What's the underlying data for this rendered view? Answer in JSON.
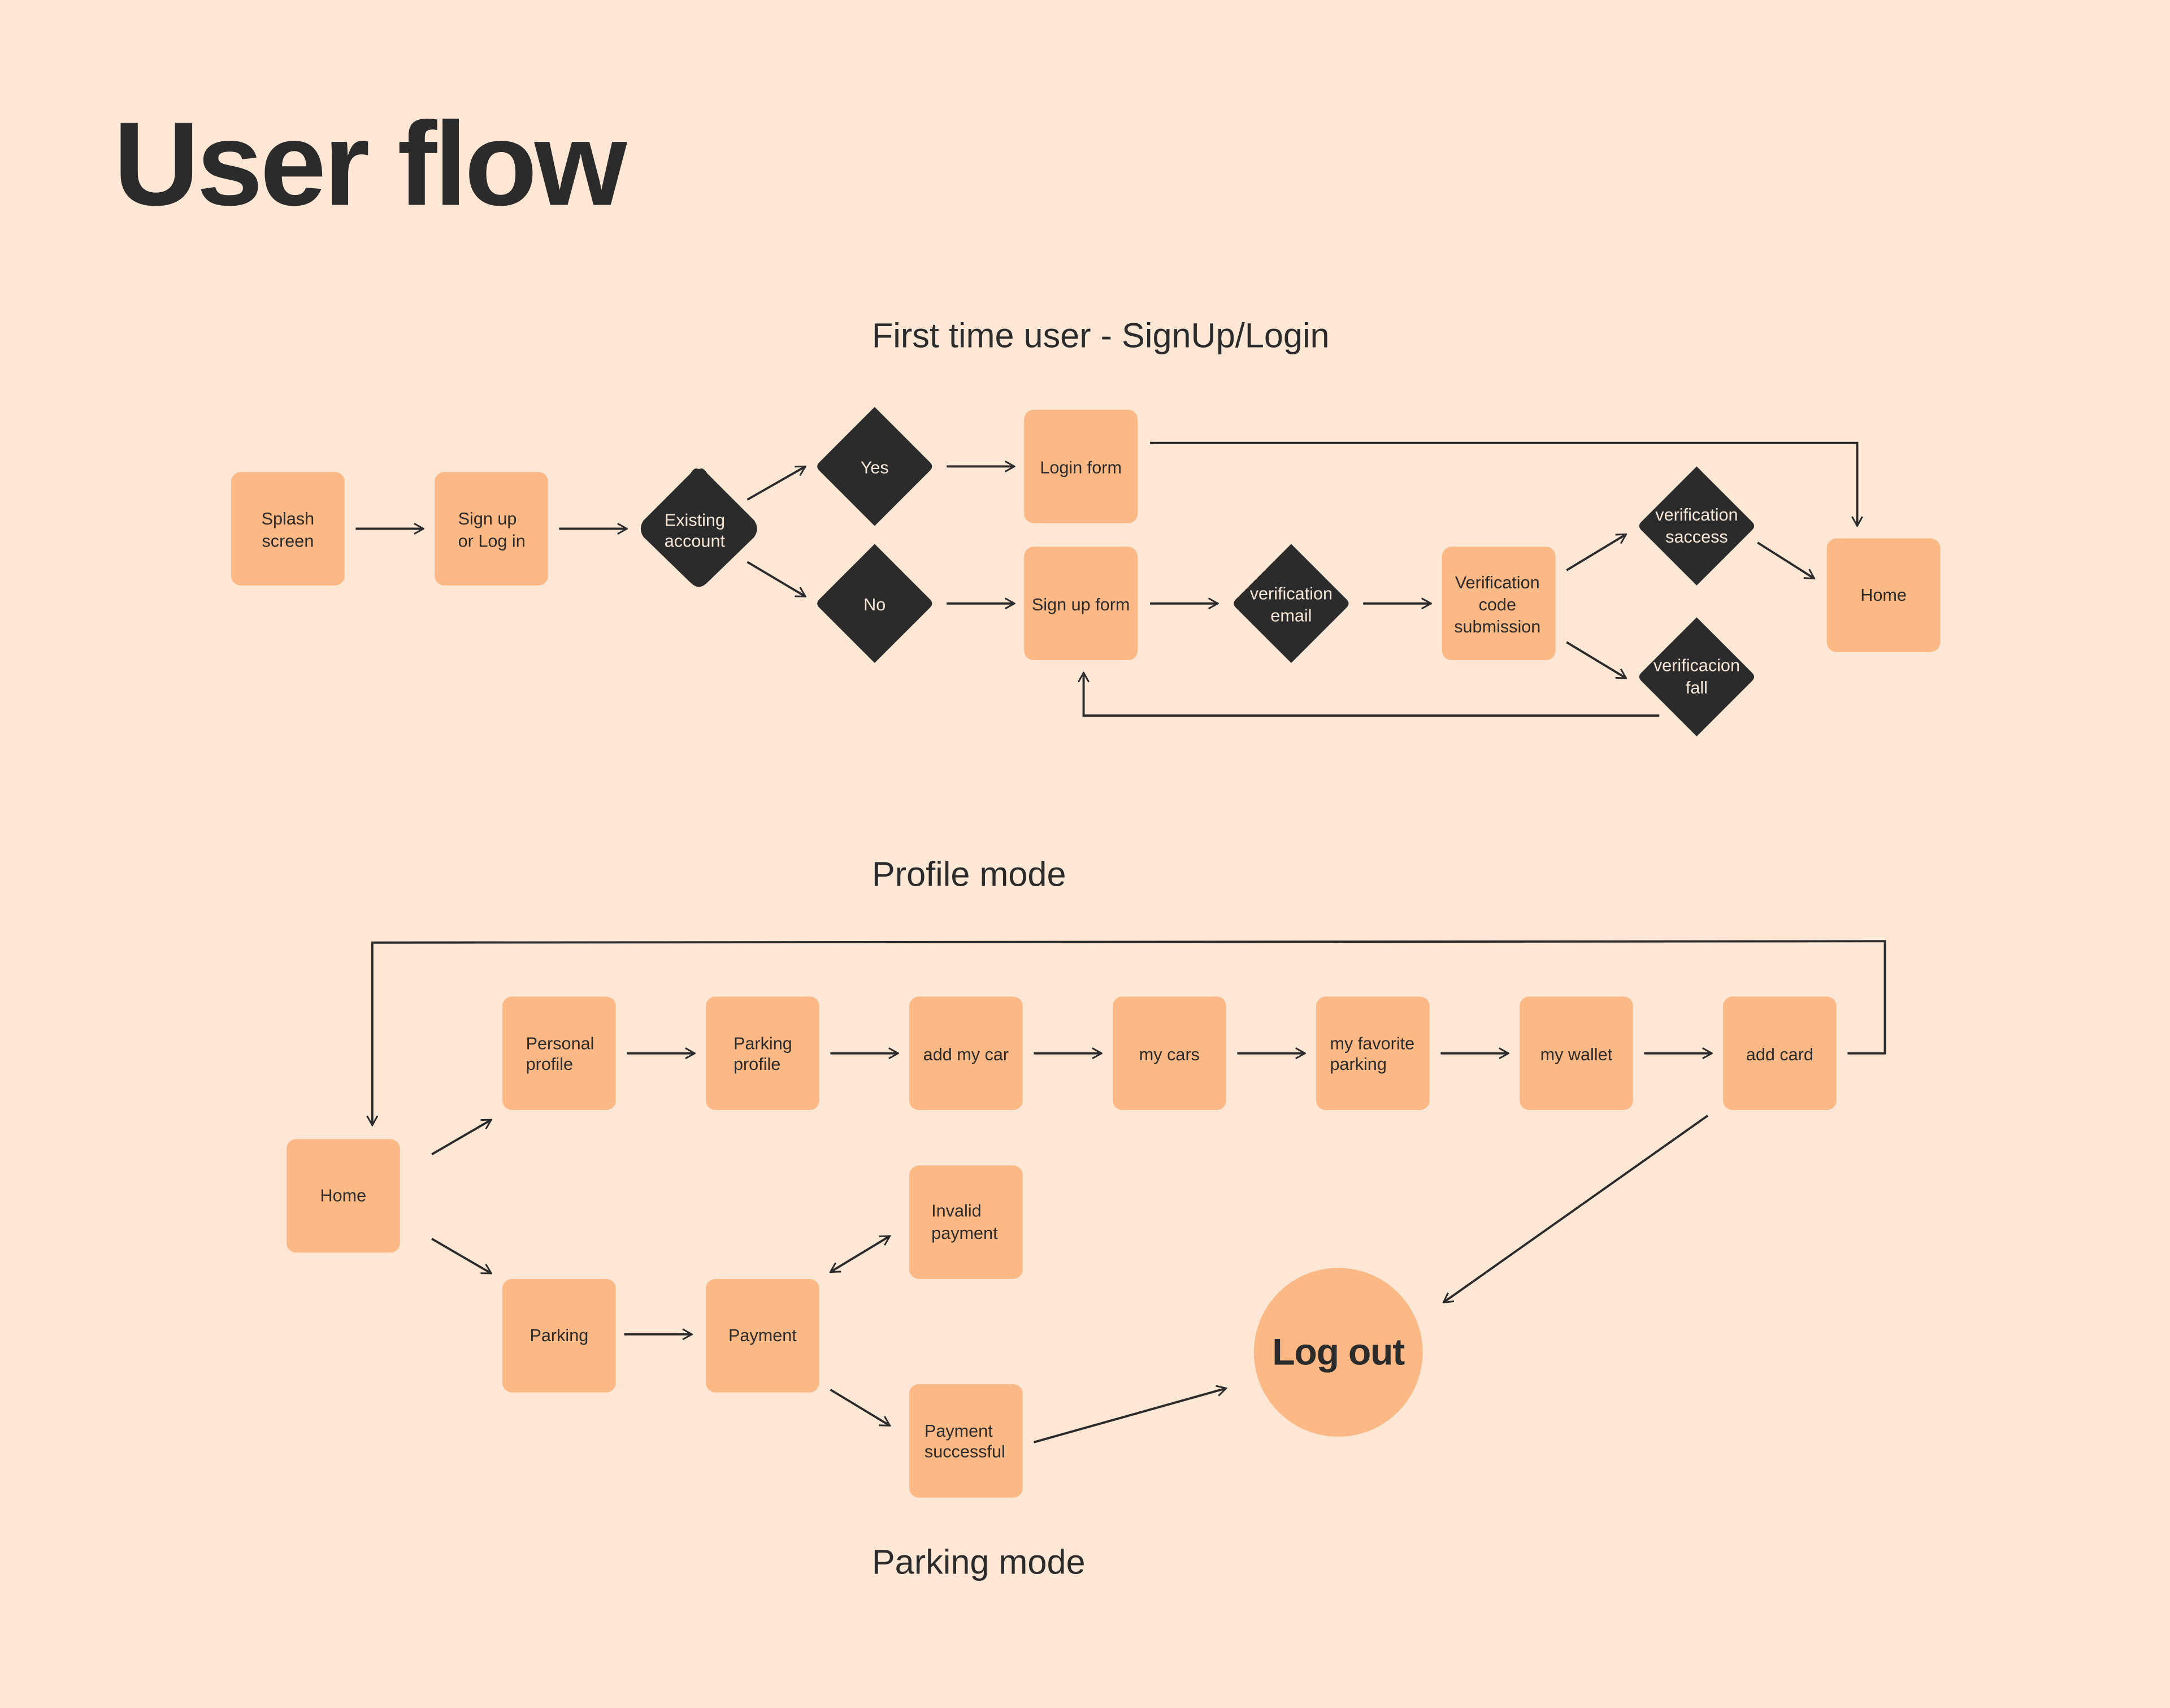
{
  "page": {
    "title": "User flow"
  },
  "colors": {
    "background": "#FFE7D6",
    "box": "#FDB985",
    "decision": "#2B2B2B",
    "text": "#2B2B2B",
    "decision_text": "#F6E6D8"
  },
  "sections": {
    "signup": {
      "heading": "First time user - SignUp/Login"
    },
    "profile": {
      "heading": "Profile mode"
    },
    "parking": {
      "heading": "Parking mode"
    }
  },
  "nodes": {
    "splash": {
      "type": "process",
      "lines": [
        "Splash",
        "screen"
      ]
    },
    "signup_login": {
      "type": "process",
      "lines": [
        "Sign up",
        "or Log in"
      ]
    },
    "existing_account": {
      "type": "decision",
      "lines": [
        "Existing",
        "account"
      ]
    },
    "yes": {
      "type": "decision",
      "lines": [
        "Yes"
      ]
    },
    "no": {
      "type": "decision",
      "lines": [
        "No"
      ]
    },
    "login_form": {
      "type": "process",
      "lines": [
        "Login form"
      ]
    },
    "signup_form": {
      "type": "process",
      "lines": [
        "Sign up form"
      ]
    },
    "verification_email": {
      "type": "decision",
      "lines": [
        "verification",
        "email"
      ]
    },
    "verification_code": {
      "type": "process",
      "lines": [
        "Verification",
        "code",
        "submission"
      ]
    },
    "verification_success": {
      "type": "decision",
      "lines": [
        "verification",
        "saccess"
      ]
    },
    "verification_fail": {
      "type": "decision",
      "lines": [
        "verificacion",
        "fall"
      ]
    },
    "home_top": {
      "type": "process",
      "lines": [
        "Home"
      ]
    },
    "home_bottom": {
      "type": "process",
      "lines": [
        "Home"
      ]
    },
    "personal_profile": {
      "type": "process",
      "lines": [
        "Personal",
        "profile"
      ]
    },
    "parking_profile": {
      "type": "process",
      "lines": [
        "Parking",
        "profile"
      ]
    },
    "add_my_car": {
      "type": "process",
      "lines": [
        "add my car"
      ]
    },
    "my_cars": {
      "type": "process",
      "lines": [
        "my cars"
      ]
    },
    "my_favorite_parking": {
      "type": "process",
      "lines": [
        "my favorite",
        "parking"
      ]
    },
    "my_wallet": {
      "type": "process",
      "lines": [
        "my wallet"
      ]
    },
    "add_card": {
      "type": "process",
      "lines": [
        "add card"
      ]
    },
    "invalid_payment": {
      "type": "process",
      "lines": [
        "Invalid",
        "payment"
      ]
    },
    "parking": {
      "type": "process",
      "lines": [
        "Parking"
      ]
    },
    "payment": {
      "type": "process",
      "lines": [
        "Payment"
      ]
    },
    "payment_successful": {
      "type": "process",
      "lines": [
        "Payment",
        "successful"
      ]
    },
    "log_out": {
      "type": "terminal",
      "lines": [
        "Log out"
      ]
    }
  },
  "edges": [
    [
      "splash",
      "signup_login"
    ],
    [
      "signup_login",
      "existing_account"
    ],
    [
      "existing_account",
      "yes"
    ],
    [
      "existing_account",
      "no"
    ],
    [
      "yes",
      "login_form"
    ],
    [
      "no",
      "signup_form"
    ],
    [
      "login_form",
      "home_top"
    ],
    [
      "signup_form",
      "verification_email"
    ],
    [
      "verification_email",
      "verification_code"
    ],
    [
      "verification_code",
      "verification_success"
    ],
    [
      "verification_code",
      "verification_fail"
    ],
    [
      "verification_success",
      "home_top"
    ],
    [
      "verification_fail",
      "signup_form"
    ],
    [
      "home_bottom",
      "personal_profile"
    ],
    [
      "personal_profile",
      "parking_profile"
    ],
    [
      "parking_profile",
      "add_my_car"
    ],
    [
      "add_my_car",
      "my_cars"
    ],
    [
      "my_cars",
      "my_favorite_parking"
    ],
    [
      "my_favorite_parking",
      "my_wallet"
    ],
    [
      "my_wallet",
      "add_card"
    ],
    [
      "add_card",
      "home_bottom"
    ],
    [
      "add_card",
      "log_out"
    ],
    [
      "home_bottom",
      "parking"
    ],
    [
      "parking",
      "payment"
    ],
    [
      "payment",
      "invalid_payment"
    ],
    [
      "invalid_payment",
      "payment"
    ],
    [
      "payment",
      "payment_successful"
    ],
    [
      "payment_successful",
      "log_out"
    ]
  ]
}
